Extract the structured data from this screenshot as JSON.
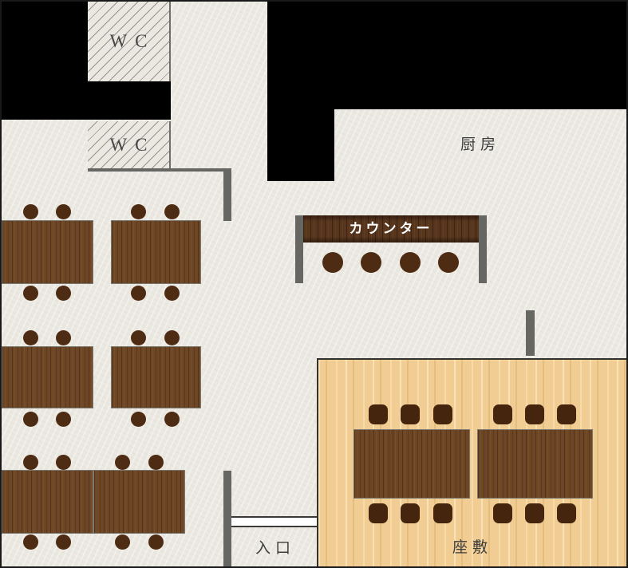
{
  "labels": {
    "wc_top": "WC",
    "wc_bottom": "WC",
    "kitchen": "厨房",
    "counter": "カウンター",
    "entrance": "入口",
    "tatami_room": "座敷"
  },
  "colors": {
    "floor": "#eae8e1",
    "void_black": "#000000",
    "wall_gray": "#666662",
    "table_wood": "#6d4625",
    "counter_wood": "#57361d",
    "chair_brown": "#4e2b13",
    "cushion_brown": "#46250e",
    "tatami_wood": "#f1cd93",
    "counter_text": "#ffffff",
    "label_text": "#3d3d3d"
  },
  "furniture_counts": {
    "wc_rooms": 2,
    "hall_tables": 6,
    "hall_chairs": 24,
    "counter_stools": 4,
    "tatami_tables": 2,
    "tatami_cushions": 12
  }
}
